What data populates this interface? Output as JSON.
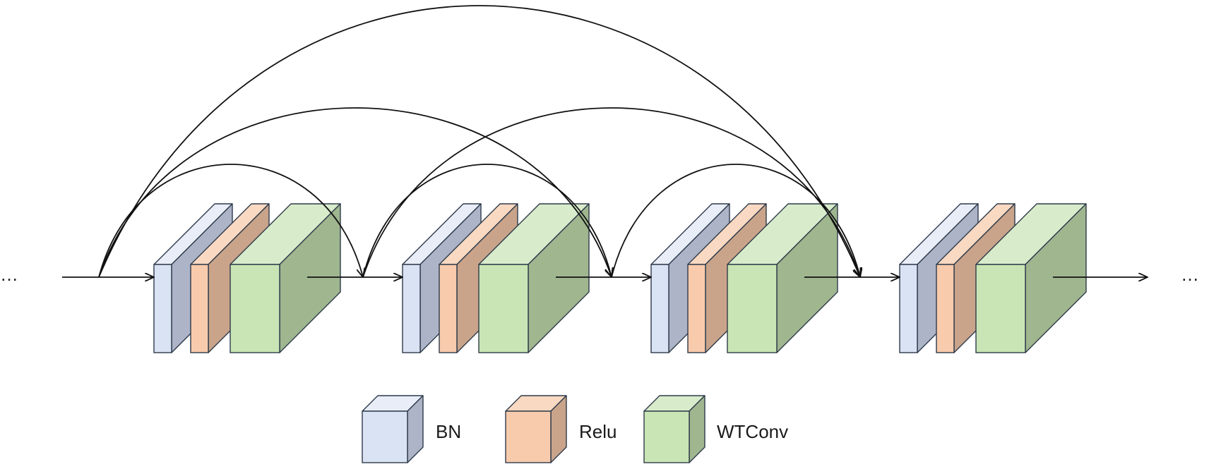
{
  "diagram": {
    "ellipsis_left": "…",
    "ellipsis_right": "…",
    "blocks": [
      {
        "layers": [
          "BN",
          "Relu",
          "WTConv"
        ]
      },
      {
        "layers": [
          "BN",
          "Relu",
          "WTConv"
        ]
      },
      {
        "layers": [
          "BN",
          "Relu",
          "WTConv"
        ]
      },
      {
        "layers": [
          "BN",
          "Relu",
          "WTConv"
        ]
      }
    ],
    "skip_connections": [
      {
        "from": 0,
        "to": 1
      },
      {
        "from": 0,
        "to": 2
      },
      {
        "from": 0,
        "to": 3
      },
      {
        "from": 1,
        "to": 2
      },
      {
        "from": 1,
        "to": 3
      },
      {
        "from": 2,
        "to": 3
      }
    ]
  },
  "legend": {
    "items": [
      {
        "label": "BN",
        "front": "#dae3f3",
        "side": "#adb4c8",
        "top": "#e8edf8"
      },
      {
        "label": "Relu",
        "front": "#f8cbad",
        "side": "#c9a48a",
        "top": "#fad9c2"
      },
      {
        "label": "WTConv",
        "front": "#c9e5b5",
        "side": "#9fb68f",
        "top": "#d8eccb"
      }
    ]
  }
}
